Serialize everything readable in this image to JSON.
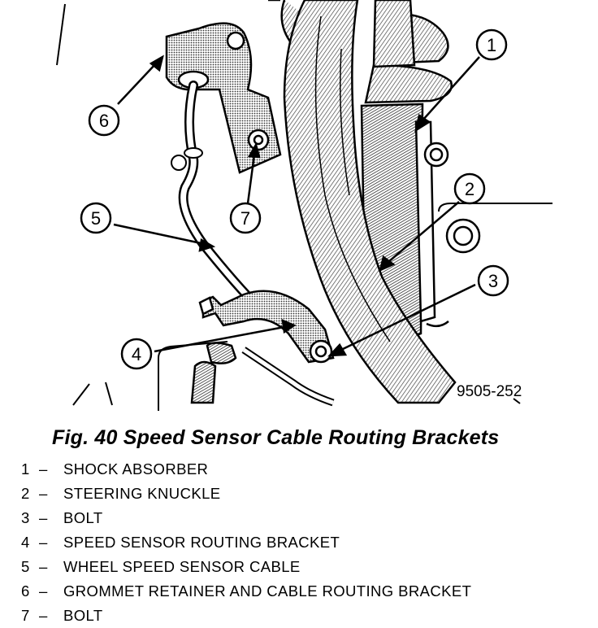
{
  "figure": {
    "drawing_id": "9505-252",
    "callouts": [
      "1",
      "2",
      "3",
      "4",
      "5",
      "6",
      "7"
    ]
  },
  "caption": "Fig. 40 Speed Sensor Cable Routing Brackets",
  "legend": [
    {
      "num": "1",
      "dash": "–",
      "label": "SHOCK ABSORBER"
    },
    {
      "num": "2",
      "dash": "–",
      "label": "STEERING KNUCKLE"
    },
    {
      "num": "3",
      "dash": "–",
      "label": "BOLT"
    },
    {
      "num": "4",
      "dash": "–",
      "label": "SPEED SENSOR ROUTING BRACKET"
    },
    {
      "num": "5",
      "dash": "–",
      "label": "WHEEL SPEED SENSOR CABLE"
    },
    {
      "num": "6",
      "dash": "–",
      "label": "GROMMET RETAINER AND CABLE ROUTING BRACKET"
    },
    {
      "num": "7",
      "dash": "–",
      "label": "BOLT"
    }
  ]
}
